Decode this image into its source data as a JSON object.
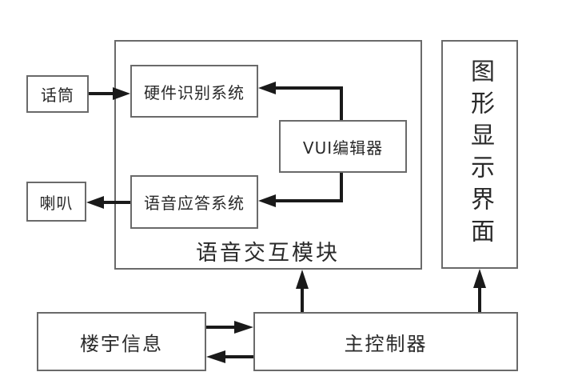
{
  "diagram": {
    "nodes": {
      "microphone": "话筒",
      "hardware_recognition": "硬件识别系统",
      "vui_editor": "VUI编辑器",
      "voice_response": "语音应答系统",
      "speaker": "喇叭",
      "voice_module": "语音交互模块",
      "graphic_display": "图形显示界面",
      "building_info": "楼宇信息",
      "main_controller": "主控制器"
    },
    "edges": [
      {
        "from": "话筒",
        "to": "硬件识别系统"
      },
      {
        "from": "VUI编辑器",
        "to": "硬件识别系统"
      },
      {
        "from": "VUI编辑器",
        "to": "语音应答系统"
      },
      {
        "from": "语音应答系统",
        "to": "喇叭"
      },
      {
        "from": "主控制器",
        "to": "语音交互模块"
      },
      {
        "from": "主控制器",
        "to": "图形显示界面"
      },
      {
        "from": "楼宇信息",
        "to": "主控制器"
      },
      {
        "from": "主控制器",
        "to": "楼宇信息"
      }
    ]
  }
}
